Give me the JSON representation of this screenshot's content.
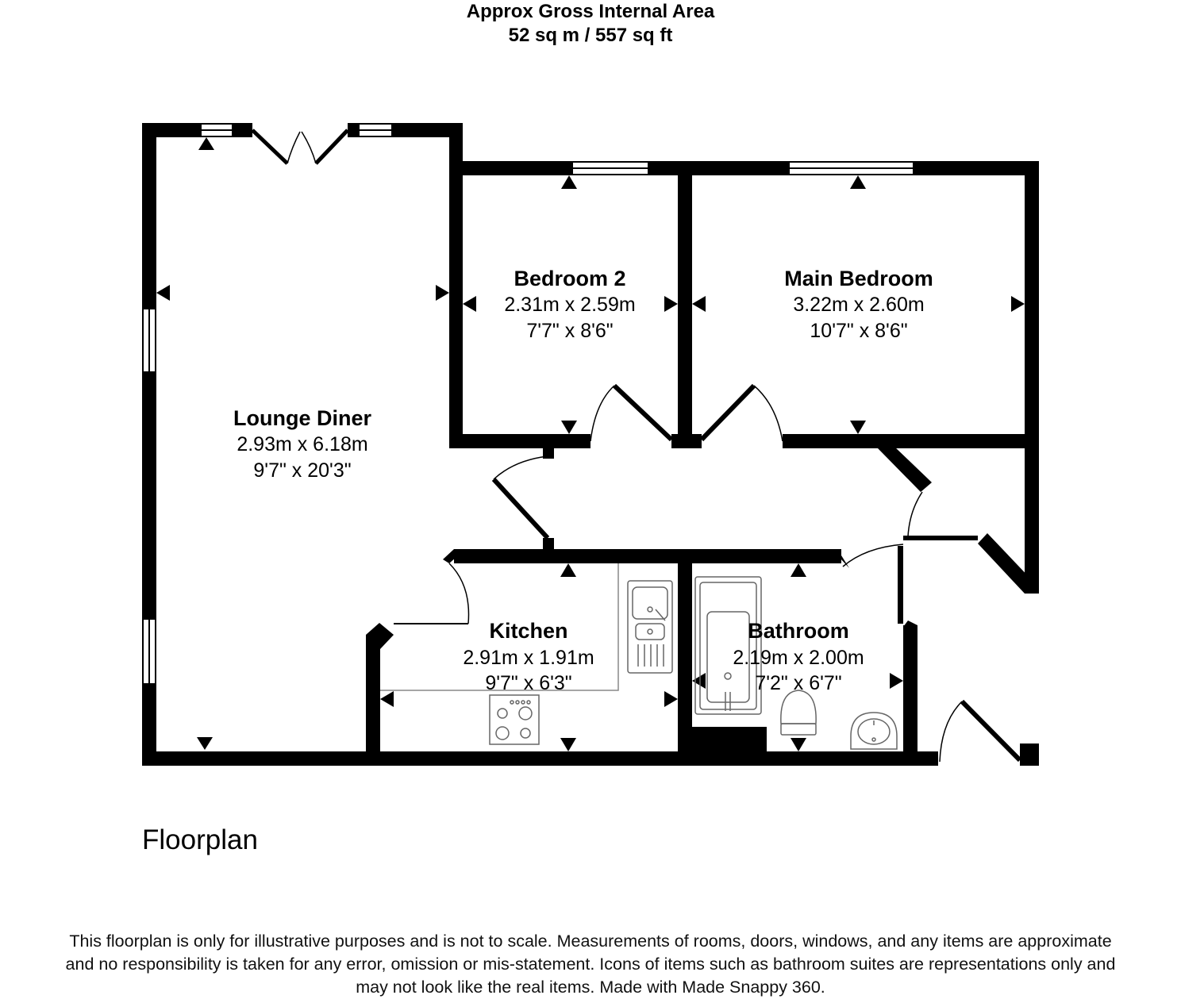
{
  "header": {
    "line1": "Approx Gross Internal Area",
    "line2": "52 sq m / 557 sq ft"
  },
  "rooms": [
    {
      "id": "lounge",
      "name": "Lounge Diner",
      "metric": "2.93m x 6.18m",
      "imperial": "9'7\" x 20'3\""
    },
    {
      "id": "bed2",
      "name": "Bedroom 2",
      "metric": "2.31m x 2.59m",
      "imperial": "7'7\" x 8'6\""
    },
    {
      "id": "mainbed",
      "name": "Main Bedroom",
      "metric": "3.22m x 2.60m",
      "imperial": "10'7\" x 8'6\""
    },
    {
      "id": "kitchen",
      "name": "Kitchen",
      "metric": "2.91m x 1.91m",
      "imperial": "9'7\" x 6'3\""
    },
    {
      "id": "bathroom",
      "name": "Bathroom",
      "metric": "2.19m x 2.00m",
      "imperial": "7'2\" x 6'7\""
    }
  ],
  "caption": "Floorplan",
  "disclaimer": [
    "This floorplan is only for illustrative purposes and is not to scale. Measurements of rooms, doors, windows, and any items are approximate",
    "and no responsibility is taken for any error, omission or mis-statement. Icons of items such as bathroom suites are representations only and",
    "may not look like the real items. Made with Made Snappy 360."
  ],
  "icons": [
    "window",
    "door-swing",
    "dimension-arrow",
    "sink",
    "hob",
    "bath",
    "toilet",
    "basin"
  ]
}
